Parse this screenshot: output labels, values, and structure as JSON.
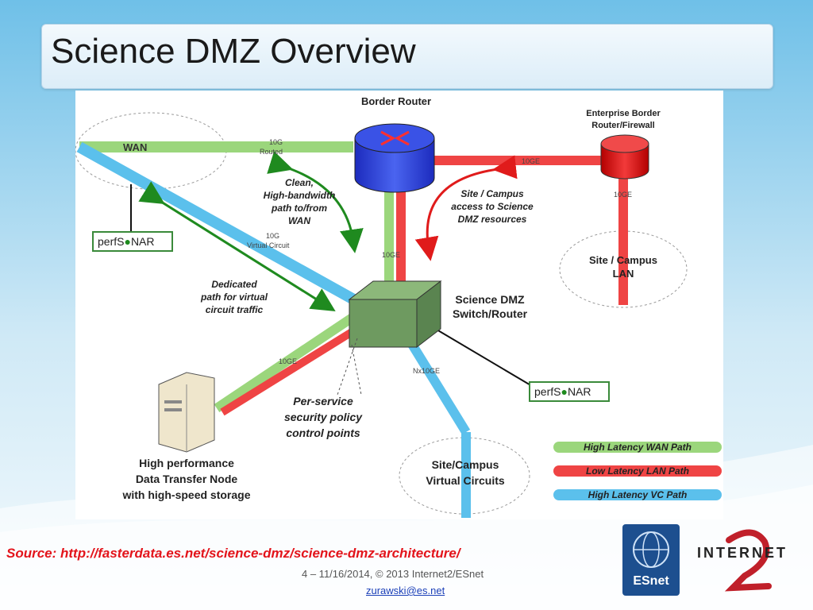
{
  "slide": {
    "title": "Science DMZ Overview",
    "source": "Source:  http://fasterdata.es.net/science-dmz/science-dmz-architecture/",
    "footer": "4 – 11/16/2014, © 2013 Internet2/ESnet",
    "email": "zurawski@es.net"
  },
  "diagram": {
    "wan": "WAN",
    "border_router": "Border Router",
    "enterprise_line1": "Enterprise Border",
    "enterprise_line2": "Router/Firewall",
    "link_10g_routed_1": "10G",
    "link_10g_routed_2": "Routed",
    "link_10ge_enterprise": "10GE",
    "link_10ge_down": "10GE",
    "link_10ge_vertical": "10GE",
    "link_10g_vc_1": "10G",
    "link_10g_vc_2": "Virtual Circuit",
    "link_10ge_dtn": "10GE",
    "link_nx10ge": "Nx10GE",
    "clean_1": "Clean,",
    "clean_2": "High-bandwidth",
    "clean_3": "path to/from",
    "clean_4": "WAN",
    "site_access_1": "Site / Campus",
    "site_access_2": "access to Science",
    "site_access_3": "DMZ resources",
    "dedicated_1": "Dedicated",
    "dedicated_2": "path for virtual",
    "dedicated_3": "circuit traffic",
    "dmz_1": "Science DMZ",
    "dmz_2": "Switch/Router",
    "site_lan_1": "Site / Campus",
    "site_lan_2": "LAN",
    "perfsonar_a_pre": "perfS",
    "perfsonar_a_post": "NAR",
    "perfsonar_b_pre": "perfS",
    "perfsonar_b_post": "NAR",
    "policy_1": "Per-service",
    "policy_2": "security policy",
    "policy_3": "control points",
    "dtn_1": "High performance",
    "dtn_2": "Data Transfer Node",
    "dtn_3": "with high-speed storage",
    "vc_1": "Site/Campus",
    "vc_2": "Virtual Circuits"
  },
  "legend": [
    {
      "label": "High Latency WAN Path",
      "color": "#8fd16b"
    },
    {
      "label": "Low Latency LAN Path",
      "color": "#ef4444"
    },
    {
      "label": "High Latency VC Path",
      "color": "#5bc0ec"
    }
  ],
  "logos": {
    "esnet": "ESnet",
    "internet2": "INTERNET"
  }
}
